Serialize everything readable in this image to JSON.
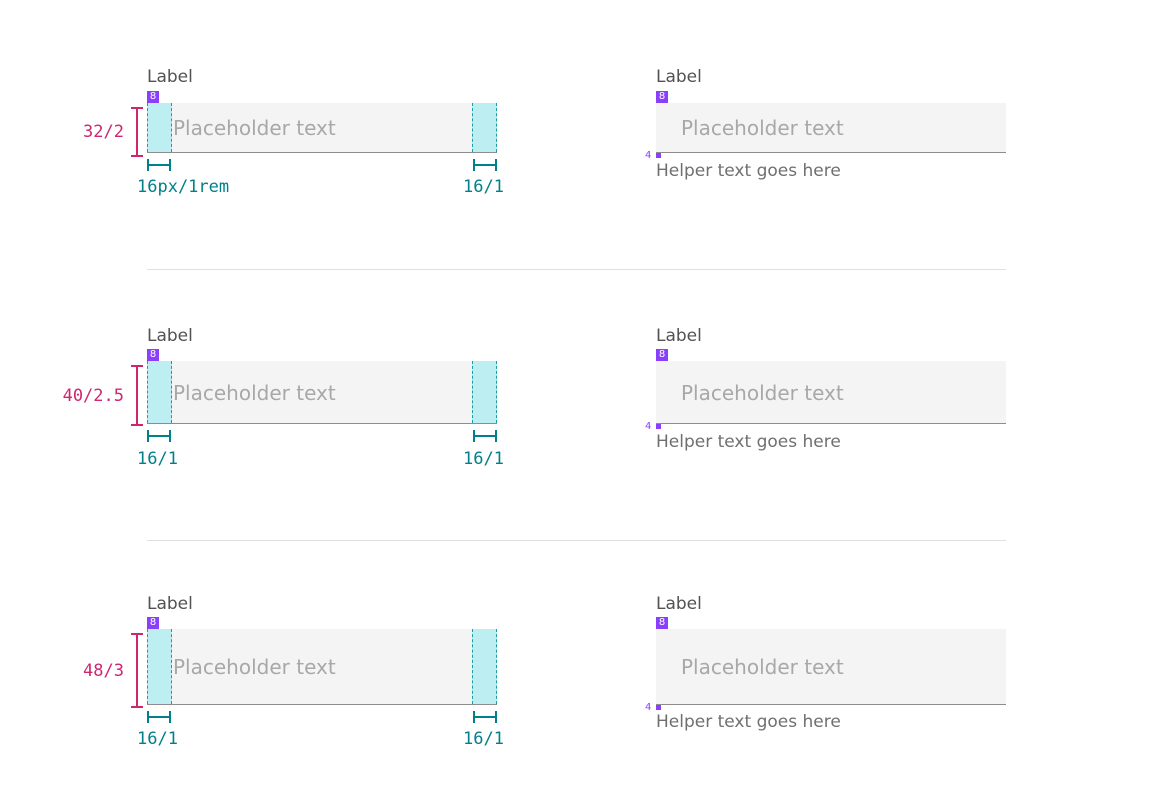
{
  "sections": [
    {
      "height_label": "32/2",
      "left": {
        "label": "Label",
        "badge": "8",
        "placeholder": "Placeholder text",
        "pad_left_label": "16px/1rem",
        "pad_right_label": "16/1"
      },
      "right": {
        "label": "Label",
        "badge": "8",
        "placeholder": "Placeholder text",
        "gap": "4",
        "helper": "Helper text goes here"
      }
    },
    {
      "height_label": "40/2.5",
      "left": {
        "label": "Label",
        "badge": "8",
        "placeholder": "Placeholder text",
        "pad_left_label": "16/1",
        "pad_right_label": "16/1"
      },
      "right": {
        "label": "Label",
        "badge": "8",
        "placeholder": "Placeholder text",
        "gap": "4",
        "helper": "Helper text goes here"
      }
    },
    {
      "height_label": "48/3",
      "left": {
        "label": "Label",
        "badge": "8",
        "placeholder": "Placeholder text",
        "pad_left_label": "16/1",
        "pad_right_label": "16/1"
      },
      "right": {
        "label": "Label",
        "badge": "8",
        "placeholder": "Placeholder text",
        "gap": "4",
        "helper": "Helper text goes here"
      }
    }
  ],
  "colors": {
    "field_bg": "#f4f4f4",
    "padding_highlight": "#bdeef1",
    "padding_annotation": "#00808b",
    "height_annotation": "#d02670",
    "spacing_badge": "#8a3ffc"
  }
}
